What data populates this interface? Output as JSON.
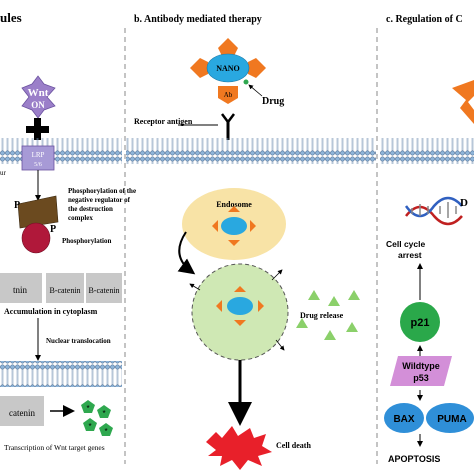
{
  "panel_a": {
    "title_fragment": "ules",
    "wnt_label": "Wnt",
    "wnt_state": "ON",
    "lrp_label": "LRP",
    "lrp_sub": "5/6",
    "left_cut_label": "ur",
    "phospho_regulator_line1": "Phosphorylation of the",
    "phospho_regulator_line2": "negative regulator of",
    "phospho_regulator_line3": "the destruction",
    "phospho_regulator_line4": "complex",
    "p_label_1": "P",
    "p_label_2": "P",
    "phosphorylation_label": "Phosphorylation",
    "catenin_box_1": "tnin",
    "catenin_box_2": "B-catenin",
    "catenin_box_3": "B-catenin",
    "accumulation_label": "Accumulation in cytoplasm",
    "nuclear_translocation_label": "Nuclear translocation",
    "nuclear_catenin_label": "catenin",
    "transcription_label": "Transcription of Wnt target genes",
    "star_symbol": "*"
  },
  "panel_b": {
    "title": "b.  Antibody mediated therapy",
    "nano_label": "NANO",
    "ab_label": "Ab",
    "drug_label": "Drug",
    "receptor_label": "Receptor antigen",
    "endosome_label": "Endosome",
    "drug_release_label": "Drug release",
    "cell_death_label": "Cell death"
  },
  "panel_c": {
    "title": "c.  Regulation of C",
    "dna_fragment": "D",
    "cell_cycle_line1": "Cell cycle",
    "cell_cycle_line2": "arrest",
    "p21_label": "p21",
    "wildtype_line1": "Wildtype",
    "wildtype_line2": "p53",
    "bax_label": "BAX",
    "puma_label": "PUMA",
    "apoptosis_label": "APOPTOSIS"
  },
  "colors": {
    "orange": "#f07820",
    "nano_blue": "#29a8e0",
    "membrane_blue": "#8eb4d8",
    "wnt_purple": "#9b7fc9",
    "lrp_purple": "#a79ad6",
    "endosome_yellow": "#f8e3a6",
    "release_green": "#cfe8b4",
    "catenin_grey": "#c8c8c8",
    "green_marker": "#2fa84f",
    "death_red": "#e8202a",
    "p21_green": "#2aa84a",
    "p53_violet": "#d38fd8",
    "bax_blue": "#2f8fd8"
  }
}
